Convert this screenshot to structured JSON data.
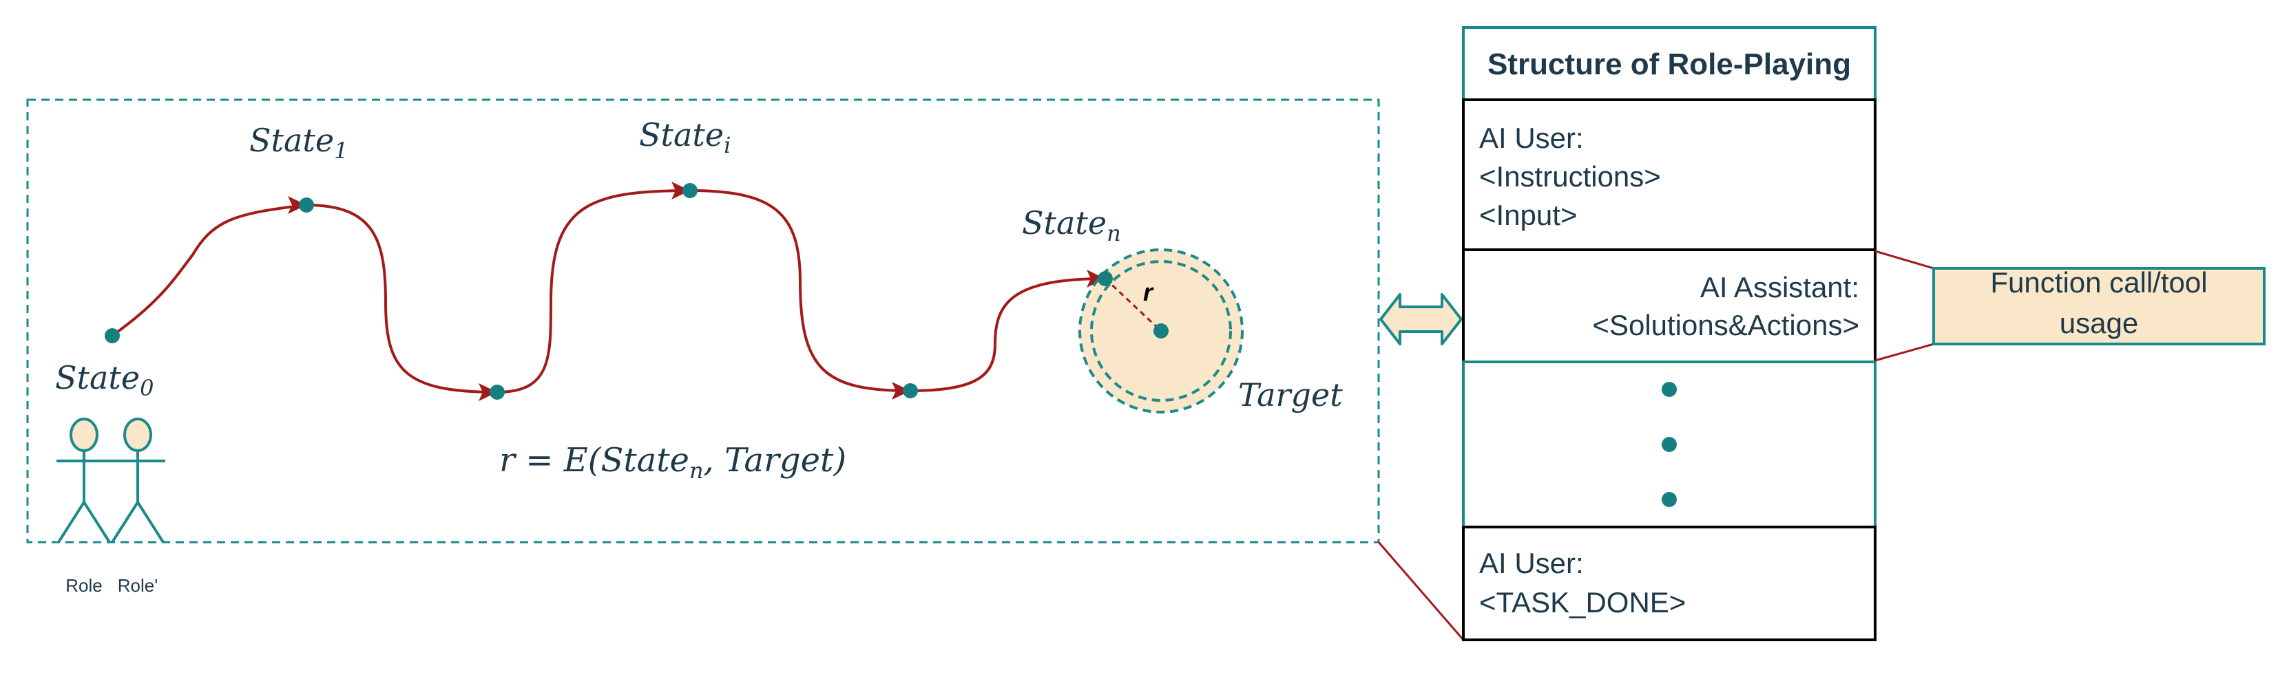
{
  "colors": {
    "teal": "#1a8a8a",
    "dot": "#168080",
    "red_curve": "#a31a1a",
    "target_fill": "#fae6c8",
    "dark_text": "#1e3a4a",
    "line": "#000000"
  },
  "path_diagram": {
    "states": {
      "s0": "State",
      "s0_sub": "0",
      "s1": "State",
      "s1_sub": "1",
      "si": "State",
      "si_sub": "i",
      "sn": "State",
      "sn_sub": "n"
    },
    "target_label": "Target",
    "radius_label": "r",
    "formula": {
      "lhs": "r = E(State",
      "sub": "n",
      "rhs": ", Target)"
    },
    "roles": [
      "Role",
      "Role'"
    ]
  },
  "structure": {
    "title": "Structure of Role-Playing",
    "block1": [
      "AI User:",
      "<Instructions>",
      "<Input>"
    ],
    "block2": [
      "AI Assistant:",
      "<Solutions&Actions>"
    ],
    "block4": [
      "AI User:",
      "<TASK_DONE>"
    ]
  },
  "callout": {
    "lines": [
      "Function call/tool",
      "usage"
    ]
  },
  "icons": [
    "double-arrow-icon",
    "person-icon",
    "ellipsis-dot-icon",
    "arrowhead-icon"
  ]
}
